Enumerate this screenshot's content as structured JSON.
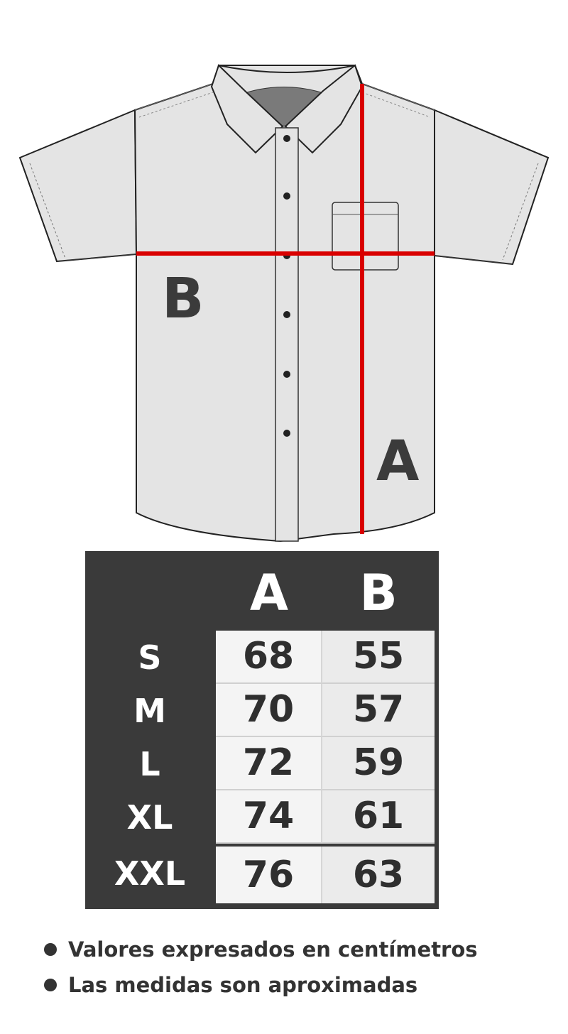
{
  "diagram": {
    "label_a": "A",
    "label_b": "B",
    "measure_line_color": "#d90000",
    "shirt_fill": "#e4e4e4",
    "collar_inner_fill": "#7a7a7a"
  },
  "table": {
    "headers": [
      "A",
      "B"
    ],
    "rows": [
      {
        "size": "S",
        "a": "68",
        "b": "55"
      },
      {
        "size": "M",
        "a": "70",
        "b": "57"
      },
      {
        "size": "L",
        "a": "72",
        "b": "59"
      },
      {
        "size": "XL",
        "a": "74",
        "b": "61"
      },
      {
        "size": "XXL",
        "a": "76",
        "b": "63"
      }
    ]
  },
  "notes": [
    "Valores expresados en centímetros",
    "Las medidas son aproximadas"
  ]
}
